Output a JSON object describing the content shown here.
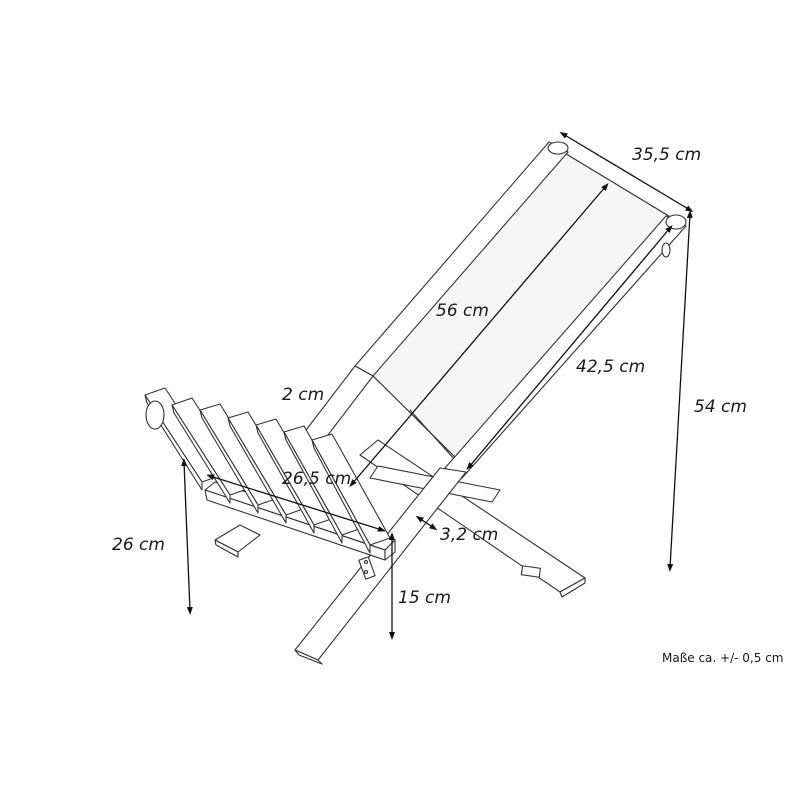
{
  "dimensions": {
    "width": "35,5 cm",
    "backrest_length": "56 cm",
    "backrest_side": "42,5 cm",
    "height": "54 cm",
    "frame_thickness": "2 cm",
    "seat_length": "26,5 cm",
    "leg_width": "3,2 cm",
    "seat_height": "26 cm",
    "foot_height": "15 cm"
  },
  "note": "Maße ca. +/- 0,5 cm"
}
